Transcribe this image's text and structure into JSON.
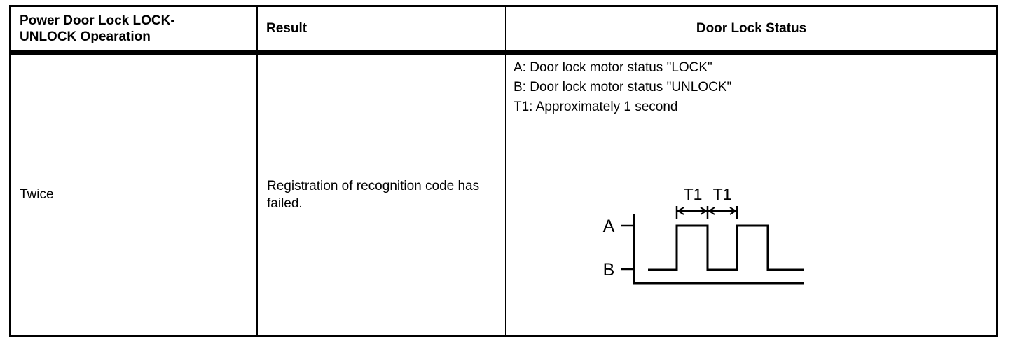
{
  "table": {
    "headers": {
      "operation": "Power Door Lock LOCK-UNLOCK Opearation",
      "result": "Result",
      "status": "Door Lock Status"
    },
    "row": {
      "operation": "Twice",
      "result": "Registration of recognition code has failed.",
      "legend": {
        "line_a": "A: Door lock motor status \"LOCK\"",
        "line_b": "B: Door lock motor status \"UNLOCK\"",
        "line_t1": "T1: Approximately 1 second"
      },
      "diagram": {
        "axis_label_a": "A",
        "axis_label_b": "B",
        "interval_label_first": "T1",
        "interval_label_second": "T1"
      }
    }
  },
  "colors": {
    "border": "#000000",
    "background": "#ffffff",
    "text": "#000000"
  }
}
